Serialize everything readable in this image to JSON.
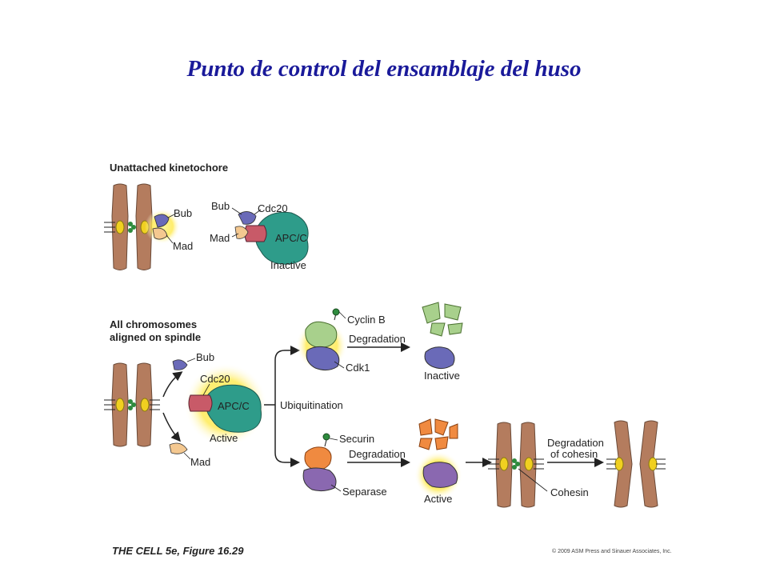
{
  "title": "Punto de control del ensamblaje del huso",
  "panel_top": {
    "heading": "Unattached kinetochore",
    "bub": "Bub",
    "mad": "Mad",
    "bub2": "Bub",
    "mad2": "Mad",
    "cdc20": "Cdc20",
    "apcc": "APC/C",
    "state": "Inactive"
  },
  "panel_bottom": {
    "heading_line1": "All chromosomes",
    "heading_line2": "aligned on spindle",
    "bub": "Bub",
    "mad": "Mad",
    "cdc20": "Cdc20",
    "apcc": "APC/C",
    "state": "Active",
    "ubiquitination": "Ubiquitination",
    "cyclin_b": "Cyclin B",
    "cdk1": "Cdk1",
    "degradation_upper": "Degradation",
    "inactive": "Inactive",
    "securin": "Securin",
    "separase": "Separase",
    "degradation_lower": "Degradation",
    "active": "Active",
    "degradation_of": "Degradation",
    "of_cohesin": "of cohesin",
    "cohesin": "Cohesin"
  },
  "footer": {
    "figure": "THE CELL 5e, Figure 16.29",
    "copyright": "© 2009 ASM Press and Sinauer Associates, Inc."
  },
  "colors": {
    "chromosome": "#b47c5e",
    "kinetochore": "#f0d020",
    "cohesin": "#2e8b3e",
    "bub": "#6a6ab8",
    "mad": "#f4c890",
    "cdc20": "#c85a68",
    "apcc": "#2e9c8a",
    "cyclin": "#a8d08c",
    "cdk1": "#6a6ab8",
    "securin": "#f08a40",
    "separase": "#8a68b0",
    "glow": "#fff080"
  }
}
